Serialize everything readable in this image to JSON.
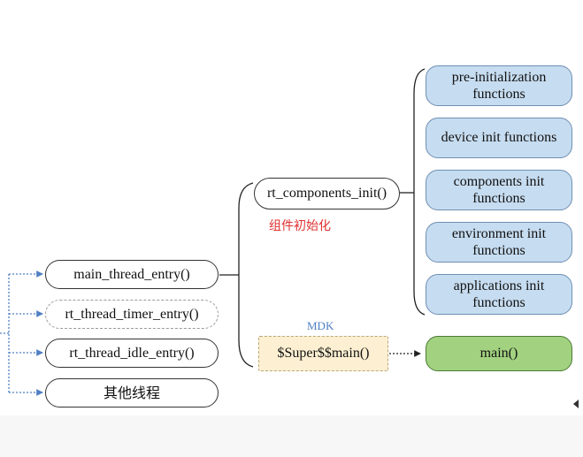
{
  "diagram": {
    "left_nodes": [
      {
        "id": "main-thread-entry",
        "label": "main_thread_entry()"
      },
      {
        "id": "rt-thread-timer-entry",
        "label": "rt_thread_timer_entry()"
      },
      {
        "id": "rt-thread-idle-entry",
        "label": "rt_thread_idle_entry()"
      },
      {
        "id": "other-threads",
        "label": "其他线程"
      }
    ],
    "components_init": {
      "label": "rt_components_init()",
      "caption": "组件初始化"
    },
    "init_functions": [
      "pre-initialization functions",
      "device init functions",
      "components init functions",
      "environment init functions",
      "applications init functions"
    ],
    "super_main": {
      "label": "$Super$$main()",
      "caption": "MDK"
    },
    "main": {
      "label": "main()"
    },
    "colors": {
      "init_fill": "#c6dcf0",
      "main_fill": "#a2d280",
      "super_main_fill": "#fdf0d2",
      "caption_red": "#e03030",
      "caption_blue": "#4f7fc4",
      "arrow_blue": "#4f7fc4"
    }
  }
}
